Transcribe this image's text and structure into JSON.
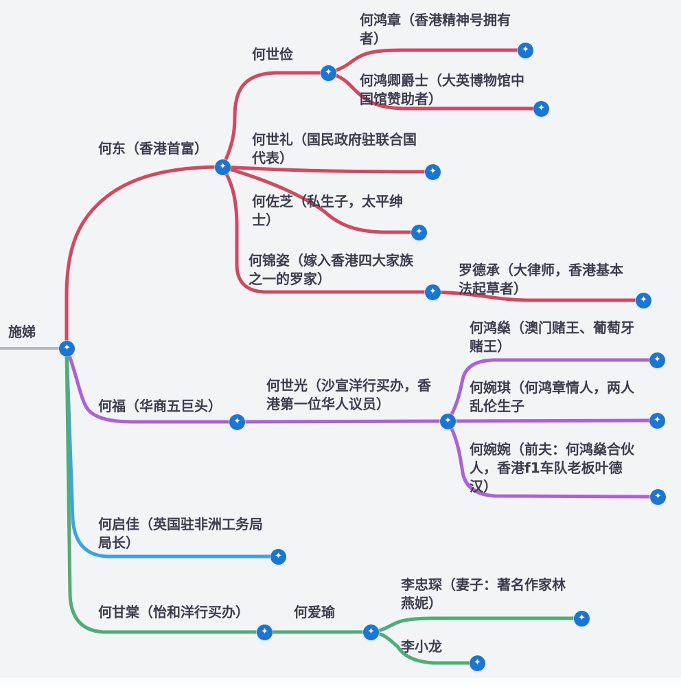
{
  "icons": {
    "node_star_glyph": "✦",
    "node_icon_name": "four-pointed-star-icon"
  },
  "colors": {
    "background": "#f3f4f6",
    "node_fill": "#1976d2",
    "root_line": "#b5b5b8",
    "text": "#3d3d4f",
    "branch_red": "#d2495f",
    "branch_purple": "#ac62d4",
    "branch_blue": "#3da2e8",
    "branch_green": "#4fae77"
  },
  "tree": {
    "root": {
      "label": "施娣"
    },
    "branches": [
      {
        "label": "何东（香港首富）",
        "color": "#d2495f",
        "children": [
          {
            "label": "何世俭",
            "children": [
              {
                "label": "何鸿章（香港精神号拥有者）"
              },
              {
                "label": "何鸿卿爵士（大英博物馆中国馆赞助者）"
              }
            ]
          },
          {
            "label": "何世礼（国民政府驻联合国代表）"
          },
          {
            "label": "何佐芝（私生子，太平绅士）"
          },
          {
            "label": "何锦姿（嫁入香港四大家族之一的罗家）",
            "children": [
              {
                "label": "罗德承（大律师，香港基本法起草者）"
              }
            ]
          }
        ]
      },
      {
        "label": "何福（华商五巨头）",
        "color": "#ac62d4",
        "children": [
          {
            "label": "何世光（沙宣洋行买办，香港第一位华人议员）",
            "children": [
              {
                "label": "何鸿燊（澳门赌王、葡萄牙赌王）"
              },
              {
                "label": "何婉琪（何鸿章情人，两人乱伦生子"
              },
              {
                "label": "何婉婉（前夫：何鸿燊合伙人，香港f1车队老板叶德汉）"
              }
            ]
          }
        ]
      },
      {
        "label": "何启佳（英国驻非洲工务局局长）",
        "color": "#3da2e8",
        "children": []
      },
      {
        "label": "何甘棠（怡和洋行买办）",
        "color": "#4fae77",
        "children": [
          {
            "label": "何爱瑜",
            "children": [
              {
                "label": "李忠琛（妻子：著名作家林燕妮）"
              },
              {
                "label": "李小龙"
              }
            ]
          }
        ]
      }
    ]
  }
}
